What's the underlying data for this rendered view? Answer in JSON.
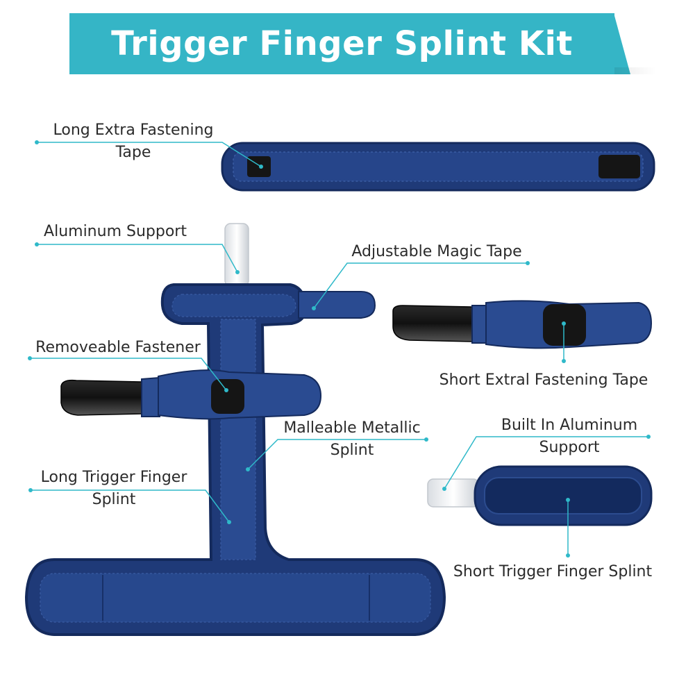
{
  "title": "Trigger Finger Splint Kit",
  "colors": {
    "banner": "#35b5c6",
    "callout": "#2fb9c9",
    "strap_blue": "#1f3a78",
    "strap_edge": "#142a5c",
    "velcro_black": "#1a1a1a"
  },
  "labels": {
    "long_extra_tape_1": "Long Extra Fastening",
    "long_extra_tape_2": "Tape",
    "aluminum_support": "Aluminum Support",
    "adjustable_magic_tape": "Adjustable Magic Tape",
    "removeable_fastener": "Removeable Fastener",
    "short_extral_tape": "Short Extral Fastening Tape",
    "malleable_splint_1": "Malleable Metallic",
    "malleable_splint_2": "Splint",
    "built_in_support_1": "Built In Aluminum",
    "built_in_support_2": "Support",
    "long_splint_1": "Long Trigger Finger",
    "long_splint_2": "Splint",
    "short_splint": "Short Trigger Finger Splint"
  }
}
